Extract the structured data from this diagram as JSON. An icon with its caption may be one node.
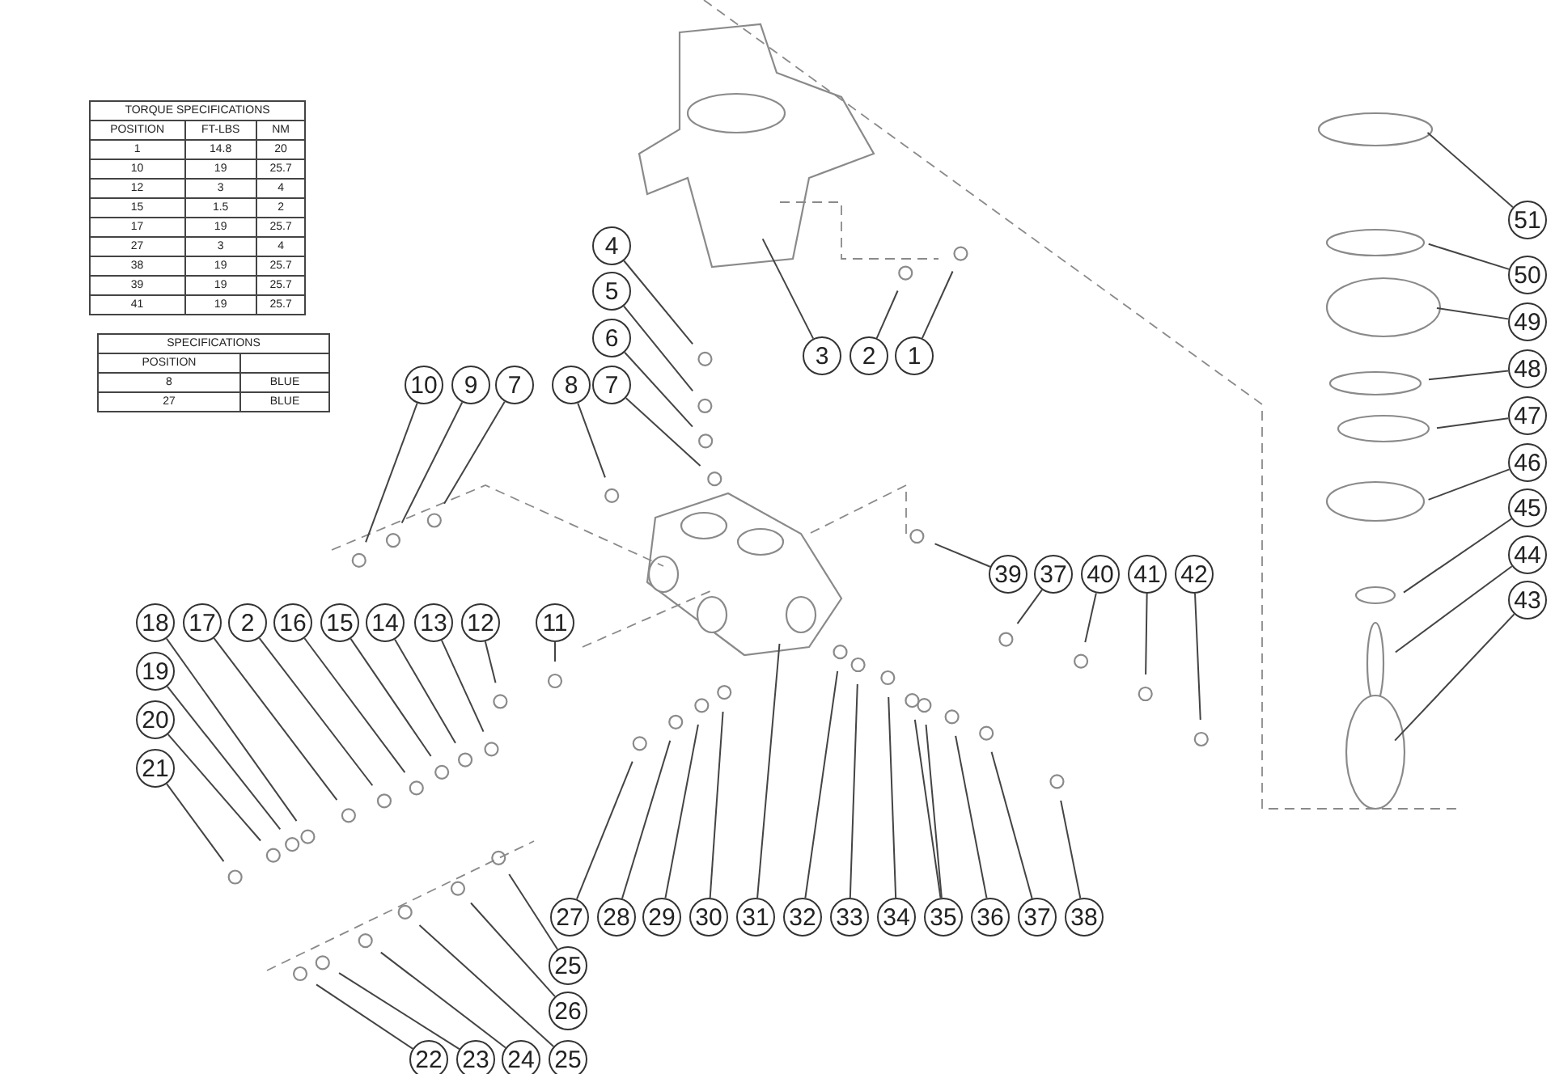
{
  "diagram": {
    "nodes": [
      {
        "text": [
          "4"
        ]
      },
      {
        "text": [
          "5"
        ]
      },
      {
        "text": [
          "6"
        ]
      },
      {
        "text": [
          "3"
        ]
      },
      {
        "text": [
          "2"
        ]
      },
      {
        "text": [
          "1"
        ]
      },
      {
        "text": [
          "10"
        ]
      },
      {
        "text": [
          "9"
        ]
      },
      {
        "text": [
          "7"
        ]
      },
      {
        "text": [
          "8"
        ]
      },
      {
        "text": [
          "7"
        ]
      },
      {
        "text": [
          "51"
        ]
      },
      {
        "text": [
          "50"
        ]
      },
      {
        "text": [
          "49"
        ]
      },
      {
        "text": [
          "48"
        ]
      },
      {
        "text": [
          "47"
        ]
      },
      {
        "text": [
          "46"
        ]
      },
      {
        "text": [
          "45"
        ]
      },
      {
        "text": [
          "44"
        ]
      },
      {
        "text": [
          "43"
        ]
      },
      {
        "text": [
          "39"
        ]
      },
      {
        "text": [
          "37"
        ]
      },
      {
        "text": [
          "40"
        ]
      },
      {
        "text": [
          "41"
        ]
      },
      {
        "text": [
          "42"
        ]
      },
      {
        "text": [
          "18"
        ]
      },
      {
        "text": [
          "17"
        ]
      },
      {
        "text": [
          "2"
        ]
      },
      {
        "text": [
          "16"
        ]
      },
      {
        "text": [
          "15"
        ]
      },
      {
        "text": [
          "14"
        ]
      },
      {
        "text": [
          "13"
        ]
      },
      {
        "text": [
          "12"
        ]
      },
      {
        "text": [
          "11"
        ]
      },
      {
        "text": [
          "19"
        ]
      },
      {
        "text": [
          "20"
        ]
      },
      {
        "text": [
          "21"
        ]
      },
      {
        "text": [
          "27"
        ]
      },
      {
        "text": [
          "28"
        ]
      },
      {
        "text": [
          "29"
        ]
      },
      {
        "text": [
          "30"
        ]
      },
      {
        "text": [
          "31"
        ]
      },
      {
        "text": [
          "32"
        ]
      },
      {
        "text": [
          "33"
        ]
      },
      {
        "text": [
          "34"
        ]
      },
      {
        "text": [
          "35"
        ]
      },
      {
        "text": [
          "36"
        ]
      },
      {
        "text": [
          "37"
        ]
      },
      {
        "text": [
          "38"
        ]
      },
      {
        "text": [
          "25"
        ]
      },
      {
        "text": [
          "26"
        ]
      },
      {
        "text": [
          "22"
        ]
      },
      {
        "text": [
          "23"
        ]
      },
      {
        "text": [
          "24"
        ]
      },
      {
        "text": [
          "25"
        ]
      }
    ],
    "edges": [
      {
        "from": 0,
        "to": null,
        "arrow": "none"
      },
      {
        "from": 1,
        "to": null,
        "arrow": "none"
      },
      {
        "from": 2,
        "to": null,
        "arrow": "none"
      },
      {
        "from": 3,
        "to": null,
        "arrow": "none"
      },
      {
        "from": 4,
        "to": null,
        "arrow": "none"
      },
      {
        "from": 5,
        "to": null,
        "arrow": "none"
      },
      {
        "from": 6,
        "to": null,
        "arrow": "none"
      },
      {
        "from": 7,
        "to": null,
        "arrow": "none"
      },
      {
        "from": 8,
        "to": null,
        "arrow": "none"
      },
      {
        "from": 9,
        "to": null,
        "arrow": "none"
      },
      {
        "from": 10,
        "to": null,
        "arrow": "none"
      },
      {
        "from": 11,
        "to": null,
        "arrow": "none"
      },
      {
        "from": 12,
        "to": null,
        "arrow": "none"
      },
      {
        "from": 13,
        "to": null,
        "arrow": "none"
      },
      {
        "from": 14,
        "to": null,
        "arrow": "none"
      },
      {
        "from": 15,
        "to": null,
        "arrow": "none"
      },
      {
        "from": 16,
        "to": null,
        "arrow": "none"
      },
      {
        "from": 17,
        "to": null,
        "arrow": "none"
      },
      {
        "from": 18,
        "to": null,
        "arrow": "none"
      },
      {
        "from": 19,
        "to": null,
        "arrow": "none"
      },
      {
        "from": 20,
        "to": null,
        "arrow": "none"
      },
      {
        "from": 21,
        "to": null,
        "arrow": "none"
      },
      {
        "from": 22,
        "to": null,
        "arrow": "none"
      },
      {
        "from": 23,
        "to": null,
        "arrow": "none"
      },
      {
        "from": 24,
        "to": null,
        "arrow": "none"
      },
      {
        "from": 25,
        "to": null,
        "arrow": "none"
      },
      {
        "from": 26,
        "to": null,
        "arrow": "none"
      },
      {
        "from": 27,
        "to": null,
        "arrow": "none"
      },
      {
        "from": 28,
        "to": null,
        "arrow": "none"
      },
      {
        "from": 29,
        "to": null,
        "arrow": "none"
      },
      {
        "from": 30,
        "to": null,
        "arrow": "none"
      },
      {
        "from": 31,
        "to": null,
        "arrow": "none"
      },
      {
        "from": 32,
        "to": null,
        "arrow": "none"
      },
      {
        "from": 33,
        "to": null,
        "arrow": "none"
      },
      {
        "from": 34,
        "to": null,
        "arrow": "none"
      },
      {
        "from": 35,
        "to": null,
        "arrow": "none"
      },
      {
        "from": 36,
        "to": null,
        "arrow": "none"
      },
      {
        "from": 37,
        "to": null,
        "arrow": "none"
      },
      {
        "from": 38,
        "to": null,
        "arrow": "none"
      },
      {
        "from": 39,
        "to": null,
        "arrow": "none"
      },
      {
        "from": 40,
        "to": null,
        "arrow": "none"
      },
      {
        "from": 41,
        "to": null,
        "arrow": "none"
      },
      {
        "from": 42,
        "to": null,
        "arrow": "none"
      },
      {
        "from": 43,
        "to": null,
        "arrow": "none"
      },
      {
        "from": 44,
        "to": null,
        "arrow": "none"
      },
      {
        "from": 45,
        "to": null,
        "arrow": "none"
      },
      {
        "from": 46,
        "to": null,
        "arrow": "none"
      },
      {
        "from": 47,
        "to": null,
        "arrow": "none"
      },
      {
        "from": 48,
        "to": null,
        "arrow": "none"
      },
      {
        "from": 49,
        "to": null,
        "arrow": "none"
      },
      {
        "from": 50,
        "to": null,
        "arrow": "none"
      },
      {
        "from": 51,
        "to": null,
        "arrow": "none"
      },
      {
        "from": 52,
        "to": null,
        "arrow": "none"
      },
      {
        "from": 53,
        "to": null,
        "arrow": "none"
      },
      {
        "from": 54,
        "to": null,
        "arrow": "none"
      },
      {
        "from": 45,
        "to": null,
        "arrow": "none"
      }
    ],
    "labels": [
      "TORQUE SPECIFICATIONS",
      "POSITION",
      "FT-LBS",
      "NM",
      "1",
      "14.8",
      "20",
      "10",
      "19",
      "25.7",
      "12",
      "3",
      "4",
      "15",
      "1.5",
      "2",
      "17",
      "19",
      "25.7",
      "27",
      "3",
      "4",
      "38",
      "19",
      "25.7",
      "39",
      "19",
      "25.7",
      "41",
      "19",
      "25.7",
      "SPECIFICATIONS",
      "POSITION",
      "8",
      "BLUE",
      "27",
      "BLUE"
    ]
  }
}
